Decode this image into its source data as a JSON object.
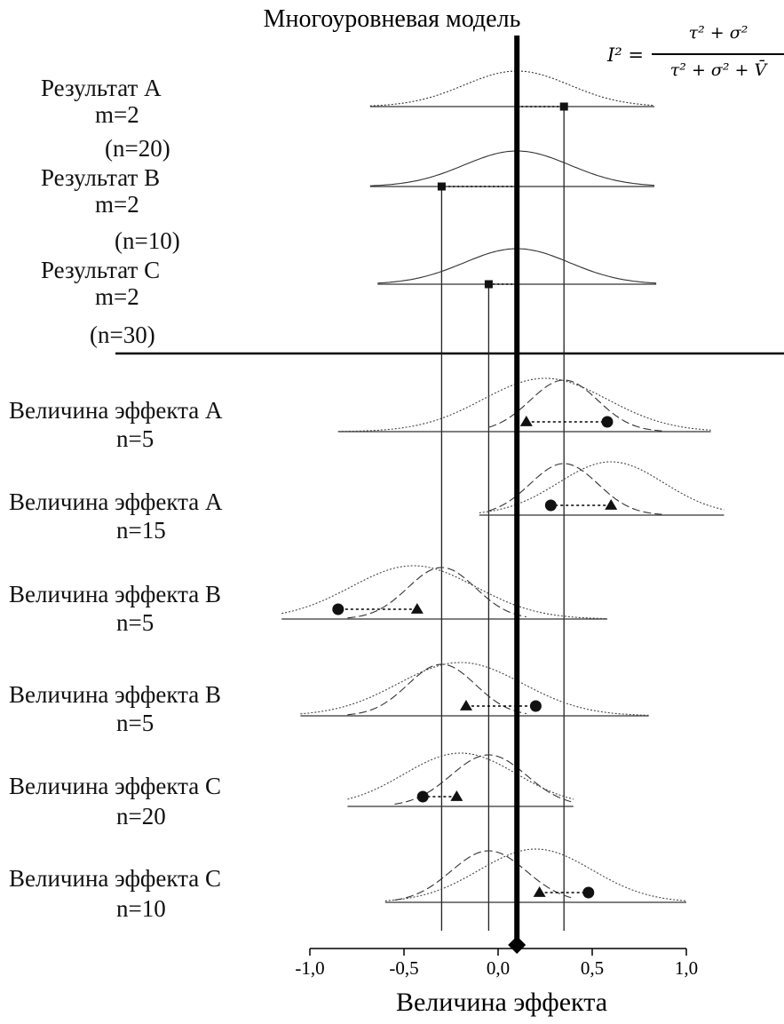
{
  "title": "Многоуровневая модель",
  "formula": {
    "lhs": "I² =",
    "numerator": "τ² + σ²",
    "denominator": "τ² + σ² + V̄"
  },
  "outcome_labels": [
    {
      "name": "Результат A",
      "m": "m=2",
      "n": "(n=20)"
    },
    {
      "name": "Результат B",
      "m": "m=2",
      "n": "(n=10)"
    },
    {
      "name": "Результат C",
      "m": "m=2",
      "n": "(n=30)"
    }
  ],
  "effect_labels": [
    {
      "name": "Величина эффекта A",
      "n": "n=5"
    },
    {
      "name": "Величина эффекта A",
      "n": "n=15"
    },
    {
      "name": "Величина эффекта B",
      "n": "n=5"
    },
    {
      "name": "Величина эффекта B",
      "n": "n=5"
    },
    {
      "name": "Величина эффекта C",
      "n": "n=20"
    },
    {
      "name": "Величина эффекта C",
      "n": "n=10"
    }
  ],
  "x_axis": {
    "label": "Величина эффекта",
    "ticks": [
      "-1,0",
      "-0,5",
      "0,0",
      "0,5",
      "1,0"
    ],
    "tick_values": [
      -1.0,
      -0.5,
      0.0,
      0.5,
      1.0
    ],
    "range": [
      -1.0,
      1.0
    ]
  },
  "chart_data": {
    "type": "forest-multilevel",
    "pooled_effect": 0.1,
    "outcomes": [
      {
        "mean": 0.35,
        "curve_center": 0.1,
        "curve_sd": 0.28,
        "curve_from": -0.68,
        "curve_to": 0.83
      },
      {
        "mean": -0.3,
        "curve_center": 0.1,
        "curve_sd": 0.28,
        "curve_from": -0.68,
        "curve_to": 0.83
      },
      {
        "mean": -0.05,
        "curve_center": 0.1,
        "curve_sd": 0.28,
        "curve_from": -0.64,
        "curve_to": 0.84
      }
    ],
    "effect_sizes": [
      {
        "parent": 0,
        "circle": 0.58,
        "triangle": 0.15,
        "wide_curve": {
          "center": 0.25,
          "sd": 0.33,
          "from": -0.85,
          "to": 1.13
        },
        "narrow_curve": {
          "center": 0.35,
          "sd": 0.18,
          "from": -0.05,
          "to": 0.87
        }
      },
      {
        "parent": 0,
        "circle": 0.28,
        "triangle": 0.6,
        "wide_curve": {
          "center": 0.6,
          "sd": 0.28,
          "from": -0.1,
          "to": 1.2
        },
        "narrow_curve": {
          "center": 0.35,
          "sd": 0.18,
          "from": -0.05,
          "to": 0.87
        }
      },
      {
        "parent": 1,
        "circle": -0.85,
        "triangle": -0.43,
        "wide_curve": {
          "center": -0.45,
          "sd": 0.33,
          "from": -1.15,
          "to": 0.58
        },
        "narrow_curve": {
          "center": -0.3,
          "sd": 0.18,
          "from": -0.8,
          "to": 0.15
        }
      },
      {
        "parent": 1,
        "circle": 0.2,
        "triangle": -0.17,
        "wide_curve": {
          "center": -0.2,
          "sd": 0.33,
          "from": -1.05,
          "to": 0.8
        },
        "narrow_curve": {
          "center": -0.3,
          "sd": 0.18,
          "from": -0.8,
          "to": 0.15
        }
      },
      {
        "parent": 2,
        "circle": -0.4,
        "triangle": -0.22,
        "wide_curve": {
          "center": -0.2,
          "sd": 0.3,
          "from": -0.8,
          "to": 0.4
        },
        "narrow_curve": {
          "center": -0.05,
          "sd": 0.2,
          "from": -0.55,
          "to": 0.4
        }
      },
      {
        "parent": 2,
        "circle": 0.48,
        "triangle": 0.22,
        "wide_curve": {
          "center": 0.2,
          "sd": 0.3,
          "from": -0.6,
          "to": 1.0
        },
        "narrow_curve": {
          "center": -0.05,
          "sd": 0.2,
          "from": -0.55,
          "to": 0.4
        }
      }
    ]
  }
}
